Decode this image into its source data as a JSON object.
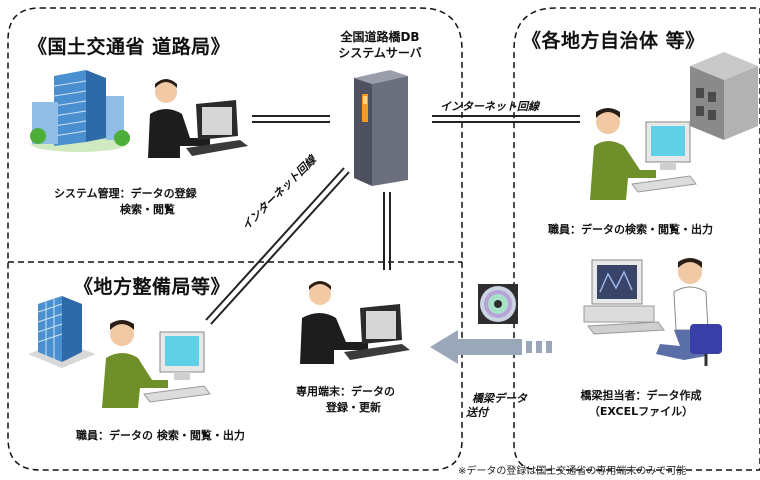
{
  "zones": {
    "mlit": {
      "title": "《国土交通省 道路局》",
      "caption_line1": "システム管理：データの登録",
      "caption_line2": "検索・閲覧"
    },
    "local": {
      "title": "《各地方自治体 等》",
      "caption": "職員：データの検索・閲覧・出力"
    },
    "regional": {
      "title": "《地方整備局等》",
      "caption": "職員：データの 検索・閲覧・出力"
    }
  },
  "server": {
    "line1": "全国道路橋DB",
    "line2": "システムサーバ"
  },
  "network": {
    "internet_right": "インターネット回線",
    "internet_diagonal": "インターネット回線"
  },
  "terminal": {
    "caption_line1": "専用端末：データの",
    "caption_line2": "登録・更新"
  },
  "bridge_staff": {
    "caption_line1": "橋梁担当者：データ作成",
    "caption_line2": "（EXCELファイル）"
  },
  "transfer": {
    "line1": "橋梁データ",
    "line2": "送付"
  },
  "footnote": "※データの登録は国土交通省の専用端末のみで可能",
  "colors": {
    "screen": "#5fd0e6",
    "server_body": "#6b6f7e",
    "server_accent": "#ff9a1e",
    "building_blue": "#4a8fd0",
    "arrow": "#9aa7b8"
  }
}
